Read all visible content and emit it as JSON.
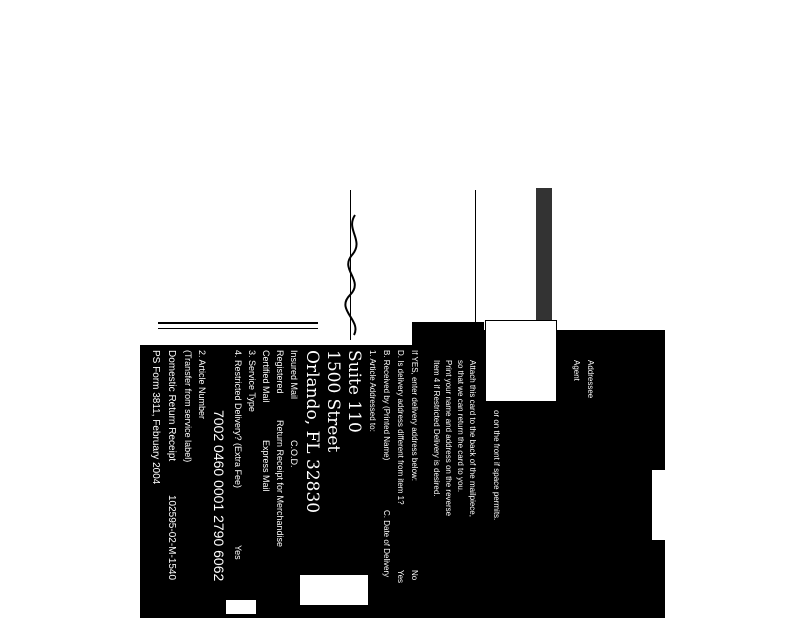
{
  "form": {
    "footer_form": "PS Form 3811, February 2004",
    "footer_title": "Domestic Return Receipt",
    "footer_code": "102595-02-M-1540",
    "article_label": "2. Article Number",
    "article_sub": "(Transfer from service label)",
    "article_number": "7002 0460 0001 2790 6062",
    "service_type_label": "3. Service Type",
    "service_options": [
      "Certified Mail",
      "Express Mail",
      "Registered",
      "Return Receipt for Merchandise",
      "Insured Mail",
      "C.O.D."
    ],
    "restricted_label": "4. Restricted Delivery? (Extra Fee)",
    "restricted_yes": "Yes",
    "delivery_diff": "D. Is delivery address different from item 1?",
    "delivery_yes": "Yes",
    "delivery_enter": "If YES, enter delivery address below:",
    "delivery_no": "No",
    "instr_1": "Item 4 if Restricted Delivery is desired.",
    "instr_2": "Print your name and address on the reverse",
    "instr_3": "so that we can return the card to you.",
    "instr_4": "Attach this card to the back of the mailpiece,",
    "instr_5": "or on the front if space permits.",
    "received_by": "B. Received by (Printed Name)",
    "date_delivery": "C. Date of Delivery",
    "addressed_to": "1. Article Addressed to:",
    "hand_city": "Orlando, FL 32830",
    "hand_street": "1500 Street",
    "hand_suite": "Suite 110",
    "agent": "Agent",
    "addressee": "Addressee"
  }
}
